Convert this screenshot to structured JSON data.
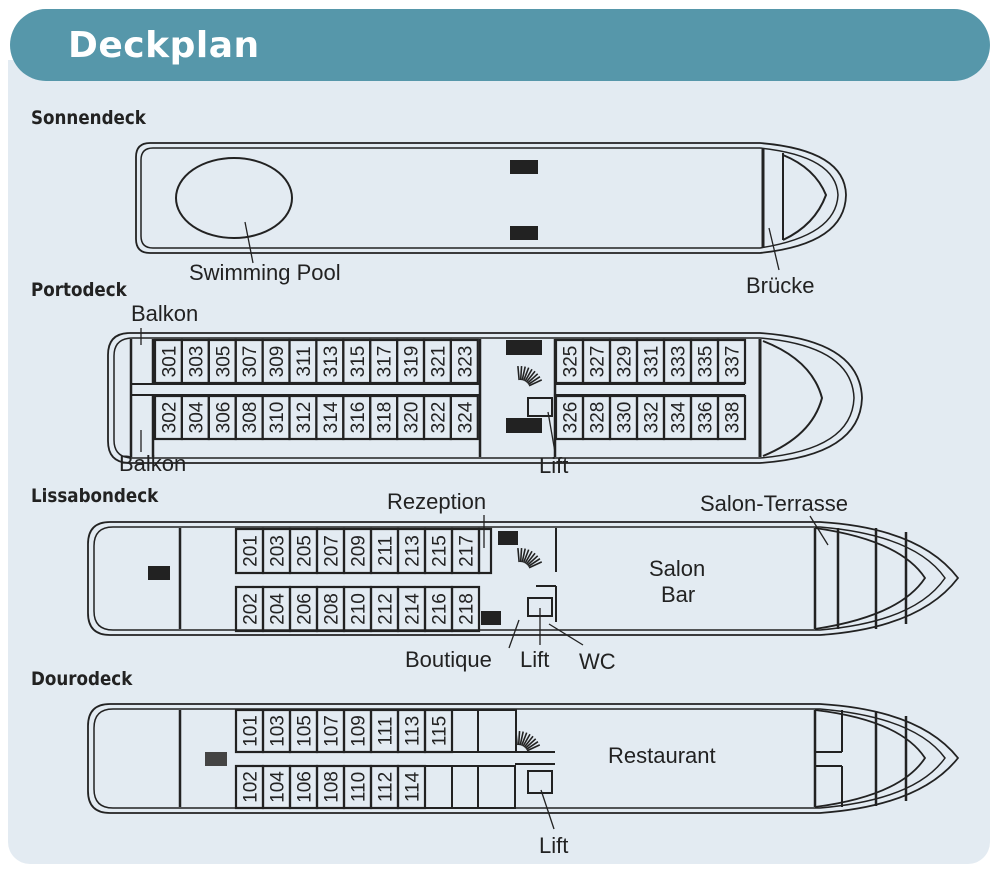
{
  "title": "Deckplan",
  "colors": {
    "header": "#5697aa",
    "panel": "#e3ebf2",
    "line": "#222222"
  },
  "decks": {
    "sonnendeck": {
      "name": "Sonnendeck",
      "labels": {
        "pool": "Swimming Pool",
        "bridge": "Brücke"
      }
    },
    "portodeck": {
      "name": "Portodeck",
      "labels": {
        "balcony_top": "Balkon",
        "balcony_bottom": "Balkon",
        "lift": "Lift"
      },
      "cabins_top_left": [
        "301",
        "303",
        "305",
        "307",
        "309",
        "311",
        "313",
        "315",
        "317",
        "319",
        "321",
        "323"
      ],
      "cabins_bottom_left": [
        "302",
        "304",
        "306",
        "308",
        "310",
        "312",
        "314",
        "316",
        "318",
        "320",
        "322",
        "324"
      ],
      "cabins_top_right": [
        "325",
        "327",
        "329",
        "331",
        "333",
        "335",
        "337"
      ],
      "cabins_bottom_right": [
        "326",
        "328",
        "330",
        "332",
        "334",
        "336",
        "338"
      ]
    },
    "lissabondeck": {
      "name": "Lissabondeck",
      "labels": {
        "reception": "Rezeption",
        "boutique": "Boutique",
        "lift": "Lift",
        "wc": "WC",
        "salon": "Salon",
        "bar": "Bar",
        "terrace": "Salon-Terrasse"
      },
      "cabins_top": [
        "201",
        "203",
        "205",
        "207",
        "209",
        "211",
        "213",
        "215",
        "217"
      ],
      "cabins_bottom": [
        "202",
        "204",
        "206",
        "208",
        "210",
        "212",
        "214",
        "216",
        "218"
      ]
    },
    "dourodeck": {
      "name": "Dourodeck",
      "labels": {
        "restaurant": "Restaurant",
        "lift": "Lift"
      },
      "cabins_top": [
        "101",
        "103",
        "105",
        "107",
        "109",
        "111",
        "113",
        "115"
      ],
      "cabins_bottom": [
        "102",
        "104",
        "106",
        "108",
        "110",
        "112",
        "114"
      ]
    }
  }
}
